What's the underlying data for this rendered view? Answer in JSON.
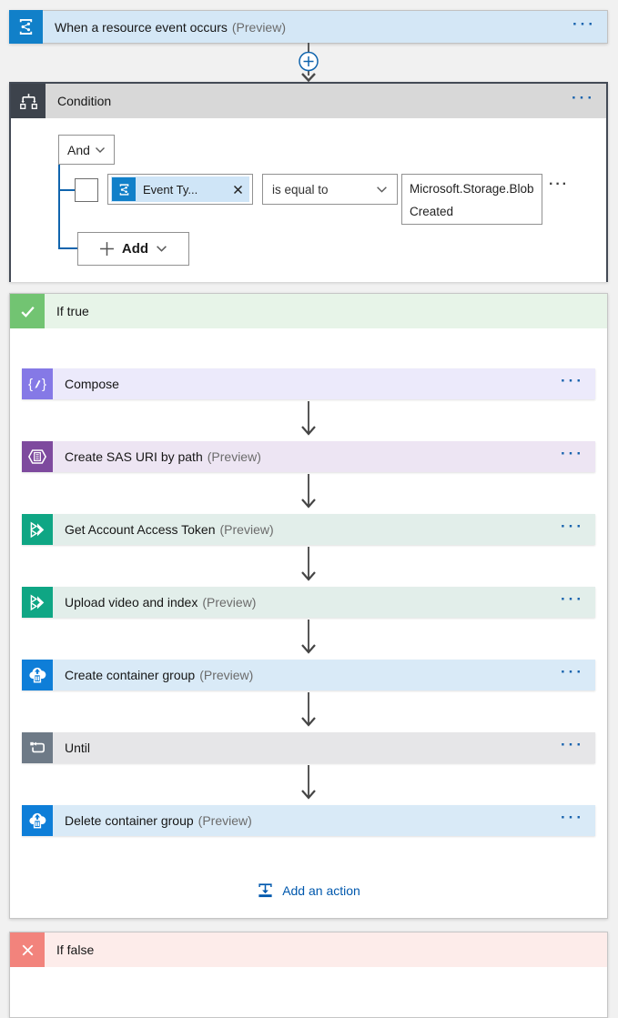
{
  "trigger": {
    "title": "When a resource event occurs",
    "preview_suffix": "(Preview)",
    "menu": "···"
  },
  "condition": {
    "title": "Condition",
    "menu": "···",
    "join_operator": "And",
    "checkbox_checked": false,
    "token_label": "Event Ty...",
    "operator": "is equal to",
    "value": "Microsoft.Storage.Blob Created",
    "row_menu": "···",
    "add_label": "Add"
  },
  "branches": {
    "true": {
      "title": "If true",
      "add_action_label": "Add an action",
      "actions": [
        {
          "title": "Compose",
          "preview_suffix": "",
          "menu": "···",
          "icon": "braces-pencil-icon"
        },
        {
          "title": "Create SAS URI by path",
          "preview_suffix": "(Preview)",
          "menu": "···",
          "icon": "blob-hexagon-document-icon"
        },
        {
          "title": "Get Account Access Token",
          "preview_suffix": "(Preview)",
          "menu": "···",
          "icon": "video-indexer-play-icon"
        },
        {
          "title": "Upload video and index",
          "preview_suffix": "(Preview)",
          "menu": "···",
          "icon": "video-indexer-play-icon"
        },
        {
          "title": "Create container group",
          "preview_suffix": "(Preview)",
          "menu": "···",
          "icon": "cloud-container-icon"
        },
        {
          "title": "Until",
          "preview_suffix": "",
          "menu": "···",
          "icon": "loop-icon"
        },
        {
          "title": "Delete container group",
          "preview_suffix": "(Preview)",
          "menu": "···",
          "icon": "cloud-container-icon"
        }
      ]
    },
    "false": {
      "title": "If false"
    }
  },
  "colors": {
    "event_grid_blue": "#1180c9",
    "condition_dark": "#3d434c",
    "true_green": "#72c472",
    "false_red": "#f2837c",
    "compose_purple": "#8579e6",
    "blob_purple": "#7e4a9e",
    "video_indexer_teal": "#0fa684",
    "container_blue": "#0e7ed8",
    "until_gray": "#6e7a87",
    "link_blue": "#0058ad",
    "connector_blue": "#1064ad"
  }
}
